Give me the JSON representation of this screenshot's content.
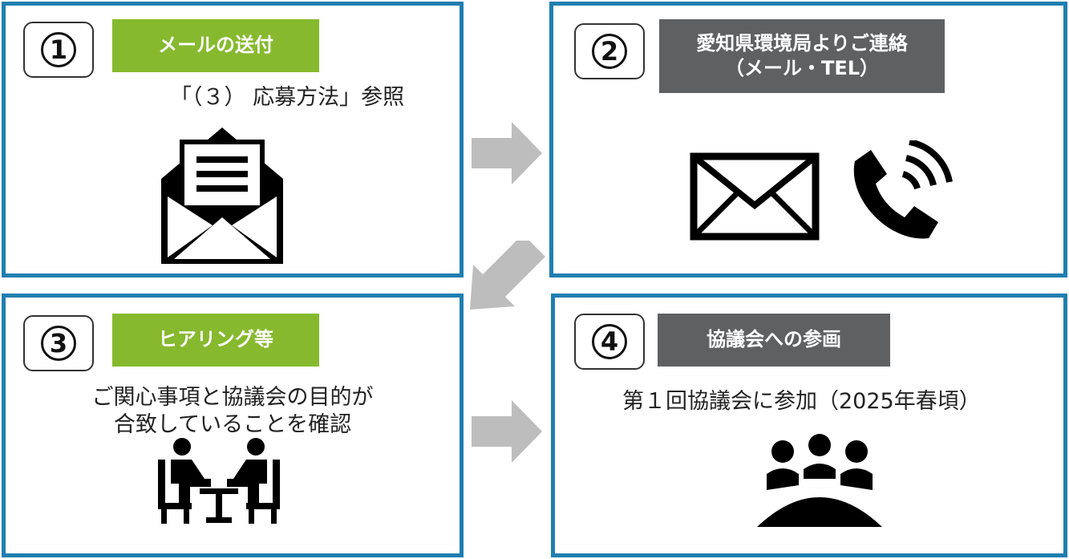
{
  "steps": [
    {
      "number": "1",
      "title": "メールの送付",
      "desc_lines": [
        "「（３） 応募方法」参照"
      ],
      "icon": "open-envelope-icon",
      "label_color": "#86b92e"
    },
    {
      "number": "2",
      "title_lines": [
        "愛知県環境局よりご連絡",
        "（メール・TEL）"
      ],
      "icons": [
        "envelope-icon",
        "phone-icon"
      ],
      "label_color": "#5f6062"
    },
    {
      "number": "3",
      "title": "ヒアリング等",
      "desc_lines": [
        "ご関心事項と協議会の目的が",
        "合致していることを確認"
      ],
      "icon": "meeting-two-people-icon",
      "label_color": "#86b92e"
    },
    {
      "number": "4",
      "title": "協議会への参画",
      "desc_lines": [
        "第１回協議会に参加（2025年春頃）"
      ],
      "icon": "conference-table-icon",
      "label_color": "#5f6062"
    }
  ],
  "colors": {
    "panel_border": "#1f7fb0",
    "arrow": "#bdbdbd"
  }
}
